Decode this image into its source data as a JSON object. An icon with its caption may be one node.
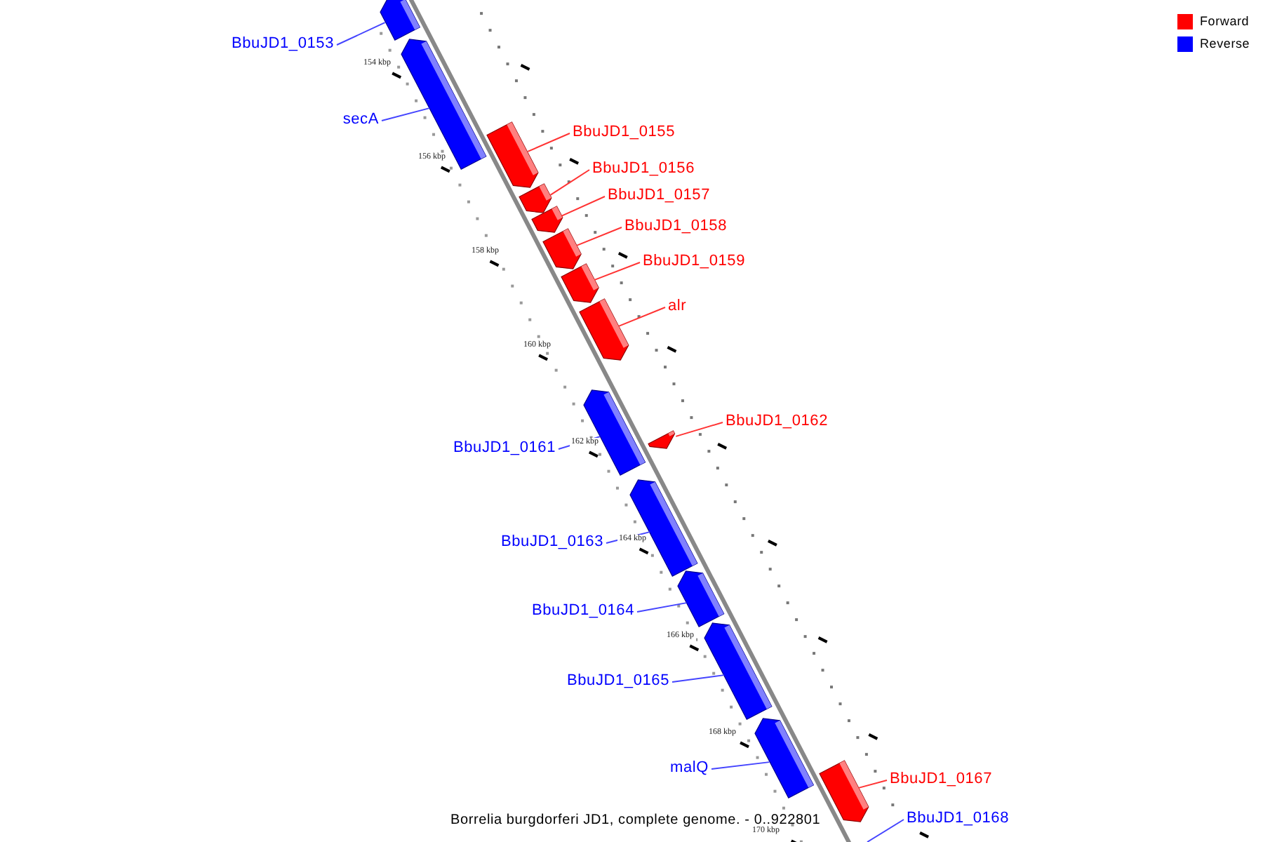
{
  "diagram": {
    "caption": "Borrelia burgdorferi JD1, complete genome. - 0..922801",
    "nodes": [
      {
        "text": [
          "BbuJD1_0153"
        ]
      },
      {
        "text": [],
        "shape": "bar"
      },
      {
        "text": [
          "secA"
        ]
      },
      {
        "text": [],
        "shape": "bar"
      },
      {
        "text": [
          "BbuJD1_0155"
        ]
      },
      {
        "text": [],
        "shape": "bar"
      },
      {
        "text": [
          "BbuJD1_0156"
        ]
      },
      {
        "text": [],
        "shape": "bar"
      },
      {
        "text": [
          "BbuJD1_0157"
        ]
      },
      {
        "text": [],
        "shape": "bar"
      },
      {
        "text": [
          "BbuJD1_0158"
        ]
      },
      {
        "text": [],
        "shape": "bar"
      },
      {
        "text": [
          "BbuJD1_0159"
        ]
      },
      {
        "text": [],
        "shape": "bar"
      },
      {
        "text": [
          "alr"
        ]
      },
      {
        "text": [],
        "shape": "bar"
      },
      {
        "text": [
          "BbuJD1_0161"
        ]
      },
      {
        "text": [],
        "shape": "bar"
      },
      {
        "text": [
          "BbuJD1_0162"
        ]
      },
      {
        "text": [],
        "shape": "bar"
      },
      {
        "text": [
          "BbuJD1_0163"
        ]
      },
      {
        "text": [],
        "shape": "bar"
      },
      {
        "text": [
          "BbuJD1_0164"
        ]
      },
      {
        "text": [],
        "shape": "bar"
      },
      {
        "text": [
          "BbuJD1_0165"
        ]
      },
      {
        "text": [],
        "shape": "bar"
      },
      {
        "text": [
          "malQ"
        ]
      },
      {
        "text": [],
        "shape": "bar"
      },
      {
        "text": [
          "BbuJD1_0167"
        ]
      },
      {
        "text": [],
        "shape": "bar"
      },
      {
        "text": [
          "BbuJD1_0168"
        ]
      }
    ],
    "edges": [
      {
        "from": 0,
        "to": 1,
        "arrow": "none"
      },
      {
        "from": 2,
        "to": 3,
        "arrow": "none"
      },
      {
        "from": 4,
        "to": 5,
        "arrow": "none",
        "color": "#ff3333"
      },
      {
        "from": 6,
        "to": 7,
        "arrow": "none",
        "color": "#ff3333"
      },
      {
        "from": 8,
        "to": 9,
        "arrow": "none",
        "color": "#ff3333"
      },
      {
        "from": 10,
        "to": 11,
        "arrow": "none",
        "color": "#ff3333"
      },
      {
        "from": 12,
        "to": 13,
        "arrow": "none",
        "color": "#ff3333"
      },
      {
        "from": 14,
        "to": 15,
        "arrow": "none",
        "color": "#ff3333"
      },
      {
        "from": 16,
        "to": 17,
        "arrow": "none"
      },
      {
        "from": 18,
        "to": 19,
        "arrow": "none",
        "color": "#ff3333"
      },
      {
        "from": 20,
        "to": 21,
        "arrow": "none"
      },
      {
        "from": 22,
        "to": 23,
        "arrow": "none"
      },
      {
        "from": 24,
        "to": 25,
        "arrow": "none"
      },
      {
        "from": 26,
        "to": 27,
        "arrow": "none"
      },
      {
        "from": 28,
        "to": 29,
        "arrow": "none",
        "color": "#ff3333"
      },
      {
        "from": 30,
        "to": null,
        "arrow": "none"
      }
    ],
    "labels": [
      "154 kbp",
      "156 kbp",
      "158 kbp",
      "160 kbp",
      "162 kbp",
      "164 kbp",
      "166 kbp",
      "168 kbp",
      "170 kbp"
    ],
    "legend": [
      {
        "text": "Forward",
        "color": "#ff0000"
      },
      {
        "text": "Reverse",
        "color": "#0000ff"
      }
    ]
  }
}
